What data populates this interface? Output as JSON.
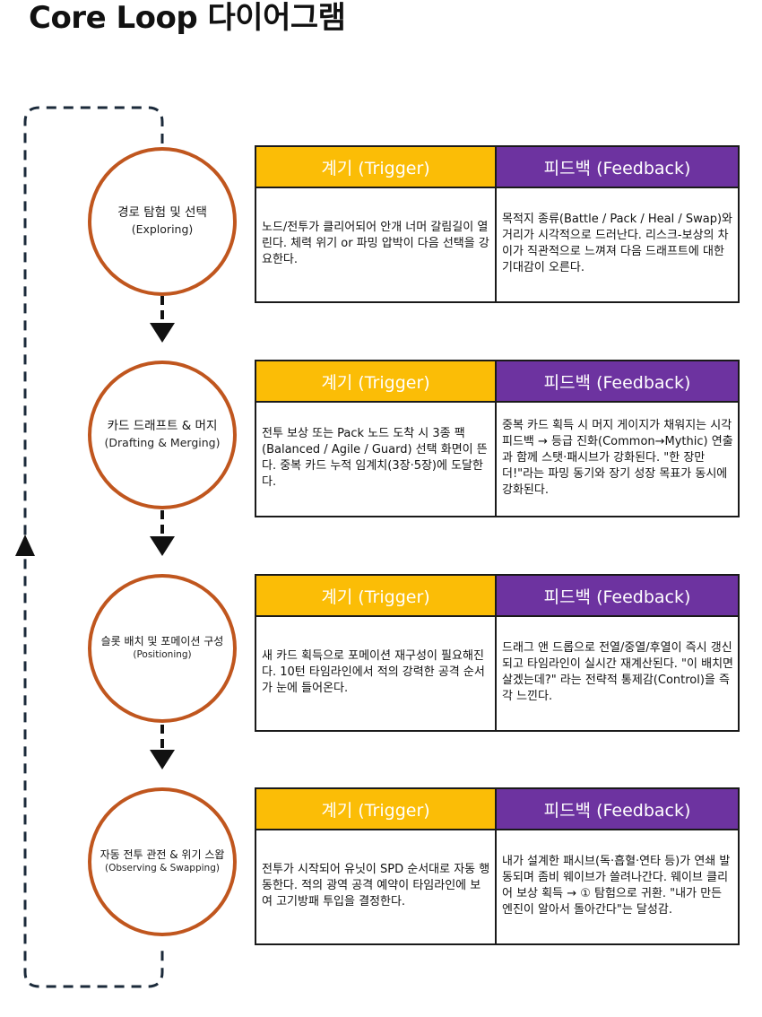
{
  "title": "Core Loop 다이어그램",
  "stages": [
    {
      "name": "경로 탐험 및 선택",
      "name_en": "(Exploring)",
      "trigger_label": "계기 (Trigger)",
      "feedback_label": "피드백 (Feedback)",
      "trigger": "노드/전투가 클리어되어 안개 너머 갈림길이 열린다. 체력 위기 or 파밍 압박이 다음 선택을 강요한다.",
      "feedback": "목적지 종류(Battle / Pack / Heal / Swap)와 거리가 시각적으로 드러난다. 리스크-보상의 차이가 직관적으로 느껴져 다음 드래프트에 대한 기대감이 오른다."
    },
    {
      "name": "카드 드래프트 & 머지",
      "name_en": "(Drafting & Merging)",
      "trigger_label": "계기 (Trigger)",
      "feedback_label": "피드백 (Feedback)",
      "trigger": "전투 보상 또는 Pack 노드 도착 시 3종 팩(Balanced / Agile / Guard) 선택 화면이 뜬다. 중복 카드 누적 임계치(3장·5장)에 도달한다.",
      "feedback": "중복 카드 획득 시 머지 게이지가 채워지는 시각 피드백 → 등급 진화(Common→Mythic) 연출과 함께 스탯·패시브가 강화된다. \"한 장만 더!\"라는 파밍 동기와 장기 성장 목표가 동시에 강화된다."
    },
    {
      "name": "슬롯 배치 및 포메이션 구성",
      "name_en": "(Positioning)",
      "trigger_label": "계기 (Trigger)",
      "feedback_label": "피드백 (Feedback)",
      "trigger": "새 카드 획득으로 포메이션 재구성이 필요해진다. 10턴 타임라인에서 적의 강력한 공격 순서가 눈에 들어온다.",
      "feedback": "드래그 앤 드롭으로 전열/중열/후열이 즉시 갱신되고 타임라인이 실시간 재계산된다. \"이 배치면 살겠는데?\" 라는 전략적 통제감(Control)을 즉각 느낀다."
    },
    {
      "name": "자동 전투 관전 & 위기 스왑",
      "name_en": "(Observing & Swapping)",
      "trigger_label": "계기 (Trigger)",
      "feedback_label": "피드백 (Feedback)",
      "trigger": "전투가 시작되어 유닛이 SPD 순서대로 자동 행동한다. 적의 광역 공격 예약이 타임라인에 보여 고기방패 투입을 결정한다.",
      "feedback": "내가 설계한 패시브(독·흡혈·연타 등)가 연쇄 발동되며 좀비 웨이브가 쓸려나간다. 웨이브 클리어 보상 획득 → ① 탐험으로 귀환. \"내가 만든 엔진이 알아서 돌아간다\"는 달성감."
    }
  ],
  "colors": {
    "trigger": "#fbbd06",
    "feedback": "#6d33a0",
    "circle": "#c0561e",
    "loop": "#1b2a3a"
  }
}
